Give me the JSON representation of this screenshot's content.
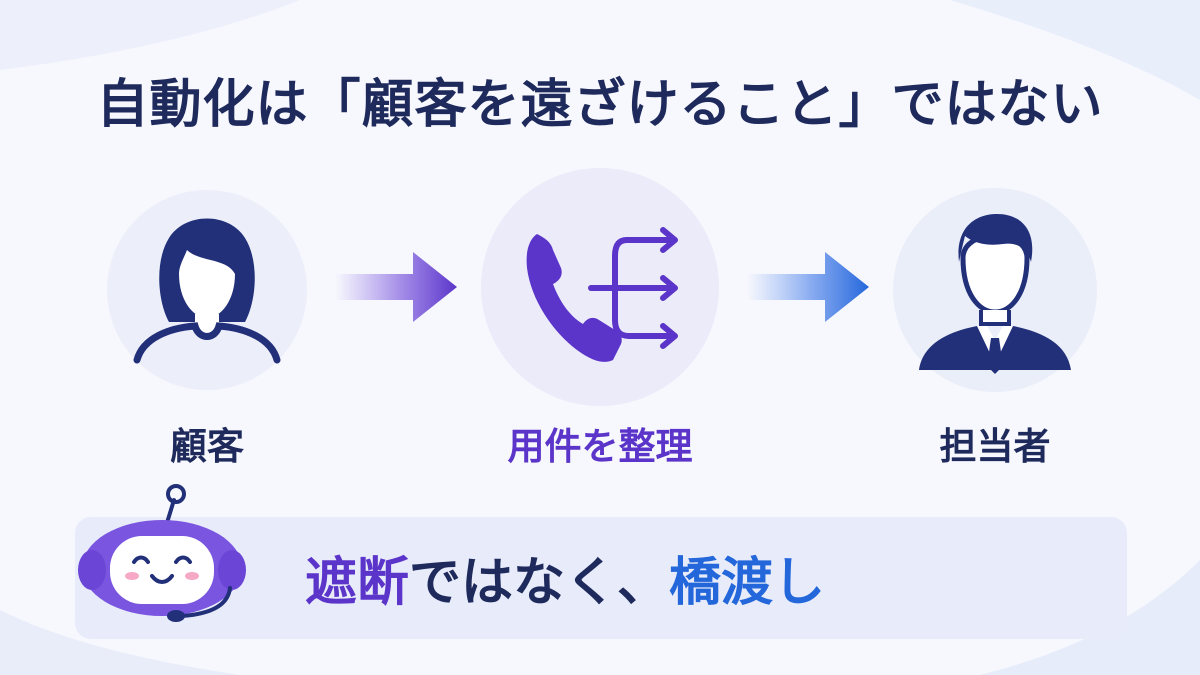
{
  "title": "自動化は「顧客を遠ざけること」ではない",
  "nodes": {
    "customer": {
      "label": "顧客",
      "icon": "woman-avatar-icon"
    },
    "routing": {
      "label": "用件を整理",
      "icon": "phone-routing-icon"
    },
    "staff": {
      "label": "担当者",
      "icon": "businessman-avatar-icon"
    }
  },
  "edges": [
    {
      "from": "customer",
      "to": "routing"
    },
    {
      "from": "routing",
      "to": "staff"
    }
  ],
  "banner": {
    "part1": "遮断",
    "part2": "ではなく、",
    "part3": "橋渡し"
  },
  "colors": {
    "navy": "#1f2a5c",
    "purple": "#5b35c9",
    "blue": "#2467db"
  }
}
